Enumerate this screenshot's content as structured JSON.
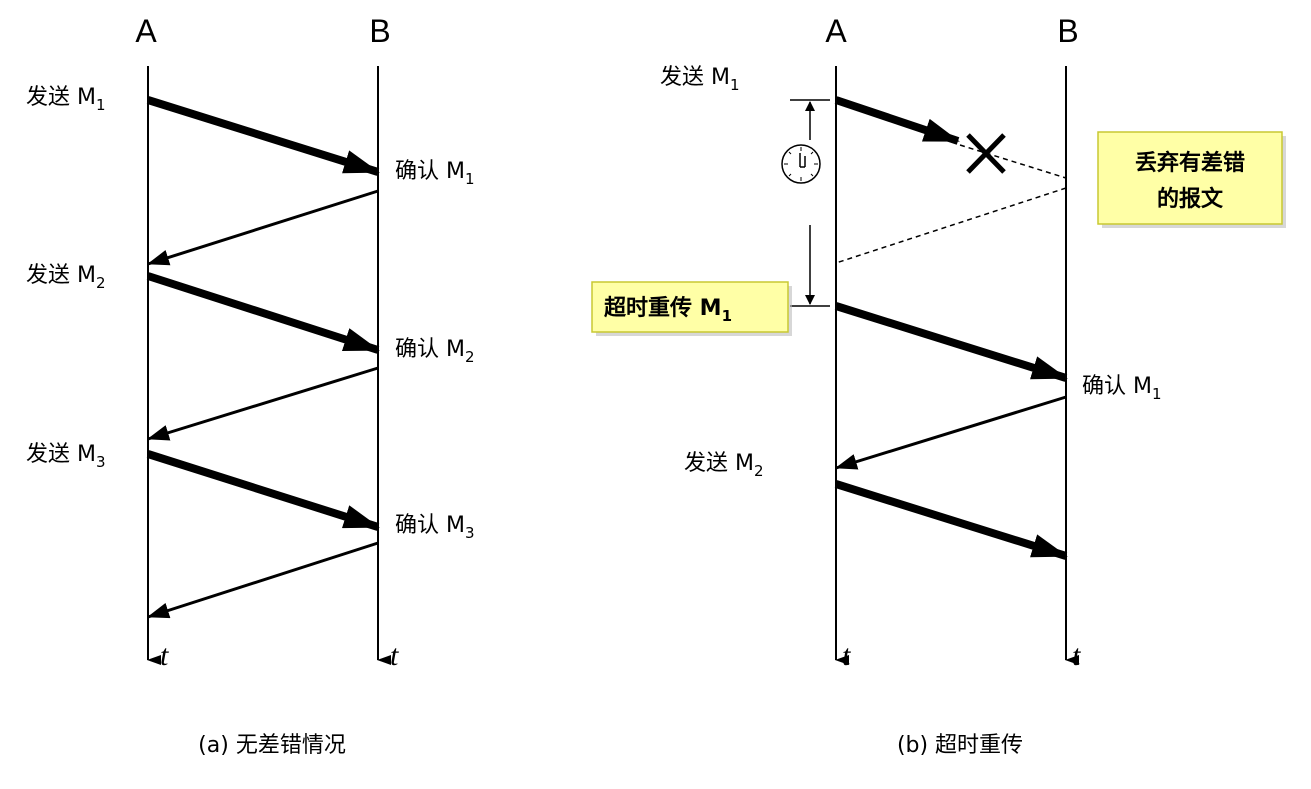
{
  "panel_a": {
    "header_a": "A",
    "header_b": "B",
    "send1": "发送 M",
    "send1_sub": "1",
    "send2": "发送 M",
    "send2_sub": "2",
    "send3": "发送 M",
    "send3_sub": "3",
    "ack1": "确认 M",
    "ack1_sub": "1",
    "ack2": "确认 M",
    "ack2_sub": "2",
    "ack3": "确认 M",
    "ack3_sub": "3",
    "time_a": "t",
    "time_b": "t",
    "caption": "(a) 无差错情况"
  },
  "panel_b": {
    "header_a": "A",
    "header_b": "B",
    "send1": "发送 M",
    "send1_sub": "1",
    "retransmit_label": "超时重传 M",
    "retransmit_sub": "1",
    "discard_line1": "丢弃有差错",
    "discard_line2": "的报文",
    "ack1": "确认 M",
    "ack1_sub": "1",
    "send2": "发送 M",
    "send2_sub": "2",
    "time_a": "t",
    "time_b": "t",
    "caption": "(b) 超时重传"
  },
  "colors": {
    "note_fill": "#ffffa6",
    "note_stroke": "#c8c832",
    "line": "#000000"
  }
}
